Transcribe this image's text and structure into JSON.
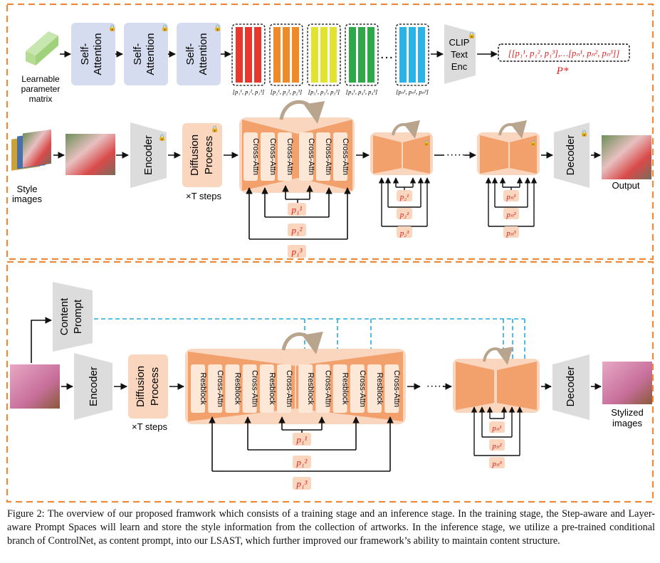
{
  "train": {
    "matrix_label": [
      "Learnable",
      "parameter",
      "matrix"
    ],
    "self_attention": [
      "Self-",
      "Attention"
    ],
    "prompt_groups": [
      {
        "color": "#e8382e",
        "label": "[p₁¹, p₁², p₁³]"
      },
      {
        "color": "#ef8a2a",
        "label": "[p₂¹, p₂², p₂³]"
      },
      {
        "color": "#e2e230",
        "label": "[p₃¹, p₃², p₃³]"
      },
      {
        "color": "#2fa84a",
        "label": "[p₄¹, p₄², p₄³]"
      },
      {
        "color": "#2ab3e6",
        "label": "[pₙ¹, pₙ², pₙ³]"
      }
    ],
    "ellipsis": "…",
    "clip": [
      "CLIP",
      "Text",
      "Enc"
    ],
    "pstar_seq": "[[p₁¹, p₁², p₁³],…[pₙ¹, pₙ², pₙ³]]",
    "pstar": "P*",
    "style_images": [
      "Style",
      "images"
    ],
    "encoder": "Encoder",
    "diffusion": [
      "Diffusion",
      "Process"
    ],
    "steps": "×T steps",
    "cross_attn": "Cross-Attn",
    "decoder": "Decoder",
    "output": "Output",
    "prompts_u1": [
      "p₁¹",
      "p₁²",
      "p₁³"
    ],
    "prompts_u2": [
      "p₂¹",
      "p₂²",
      "p₂³"
    ],
    "prompts_un": [
      "pₙ¹",
      "pₙ²",
      "pₙ³"
    ]
  },
  "infer": {
    "content_prompt": [
      "Content",
      "Prompt"
    ],
    "encoder": "Encoder",
    "diffusion": [
      "Diffusion",
      "Process"
    ],
    "steps": "×T steps",
    "blocks": [
      "Resblock",
      "Cross-Attn",
      "Resblock",
      "Cross-Attn",
      "Resblock",
      "Cross-Attn",
      "Resblock",
      "Cross-Attn",
      "Resblock",
      "Cross-Attn",
      "Resblock",
      "Cross-Attn"
    ],
    "decoder": "Decoder",
    "stylized": [
      "Stylized",
      "images"
    ],
    "prompts_u1": [
      "p₁¹",
      "p₁²",
      "p₁³"
    ],
    "prompts_un": [
      "pₙ¹",
      "pₙ²",
      "pₙ³"
    ]
  },
  "caption": "Figure 2: The overview of our proposed framwork which consists of a training stage and an inference stage. In the training stage, the Step-aware and Layer-aware Prompt Spaces will learn and store the style information from the collection of artworks. In the inference stage, we utilize a pre-trained conditional branch of ControlNet, as content prompt, into our LSAST, which further improved our framework’s ability to maintain content structure.",
  "colors": {
    "dashed_border": "#ee8a3c",
    "unet": "#f2a06c",
    "unet_light": "#f9d6bd",
    "prompt_red": "#e02020",
    "gray_block": "#dcdcdc",
    "self_attn": "#d6dcf0",
    "blue_arrow": "#2aa8e0"
  }
}
